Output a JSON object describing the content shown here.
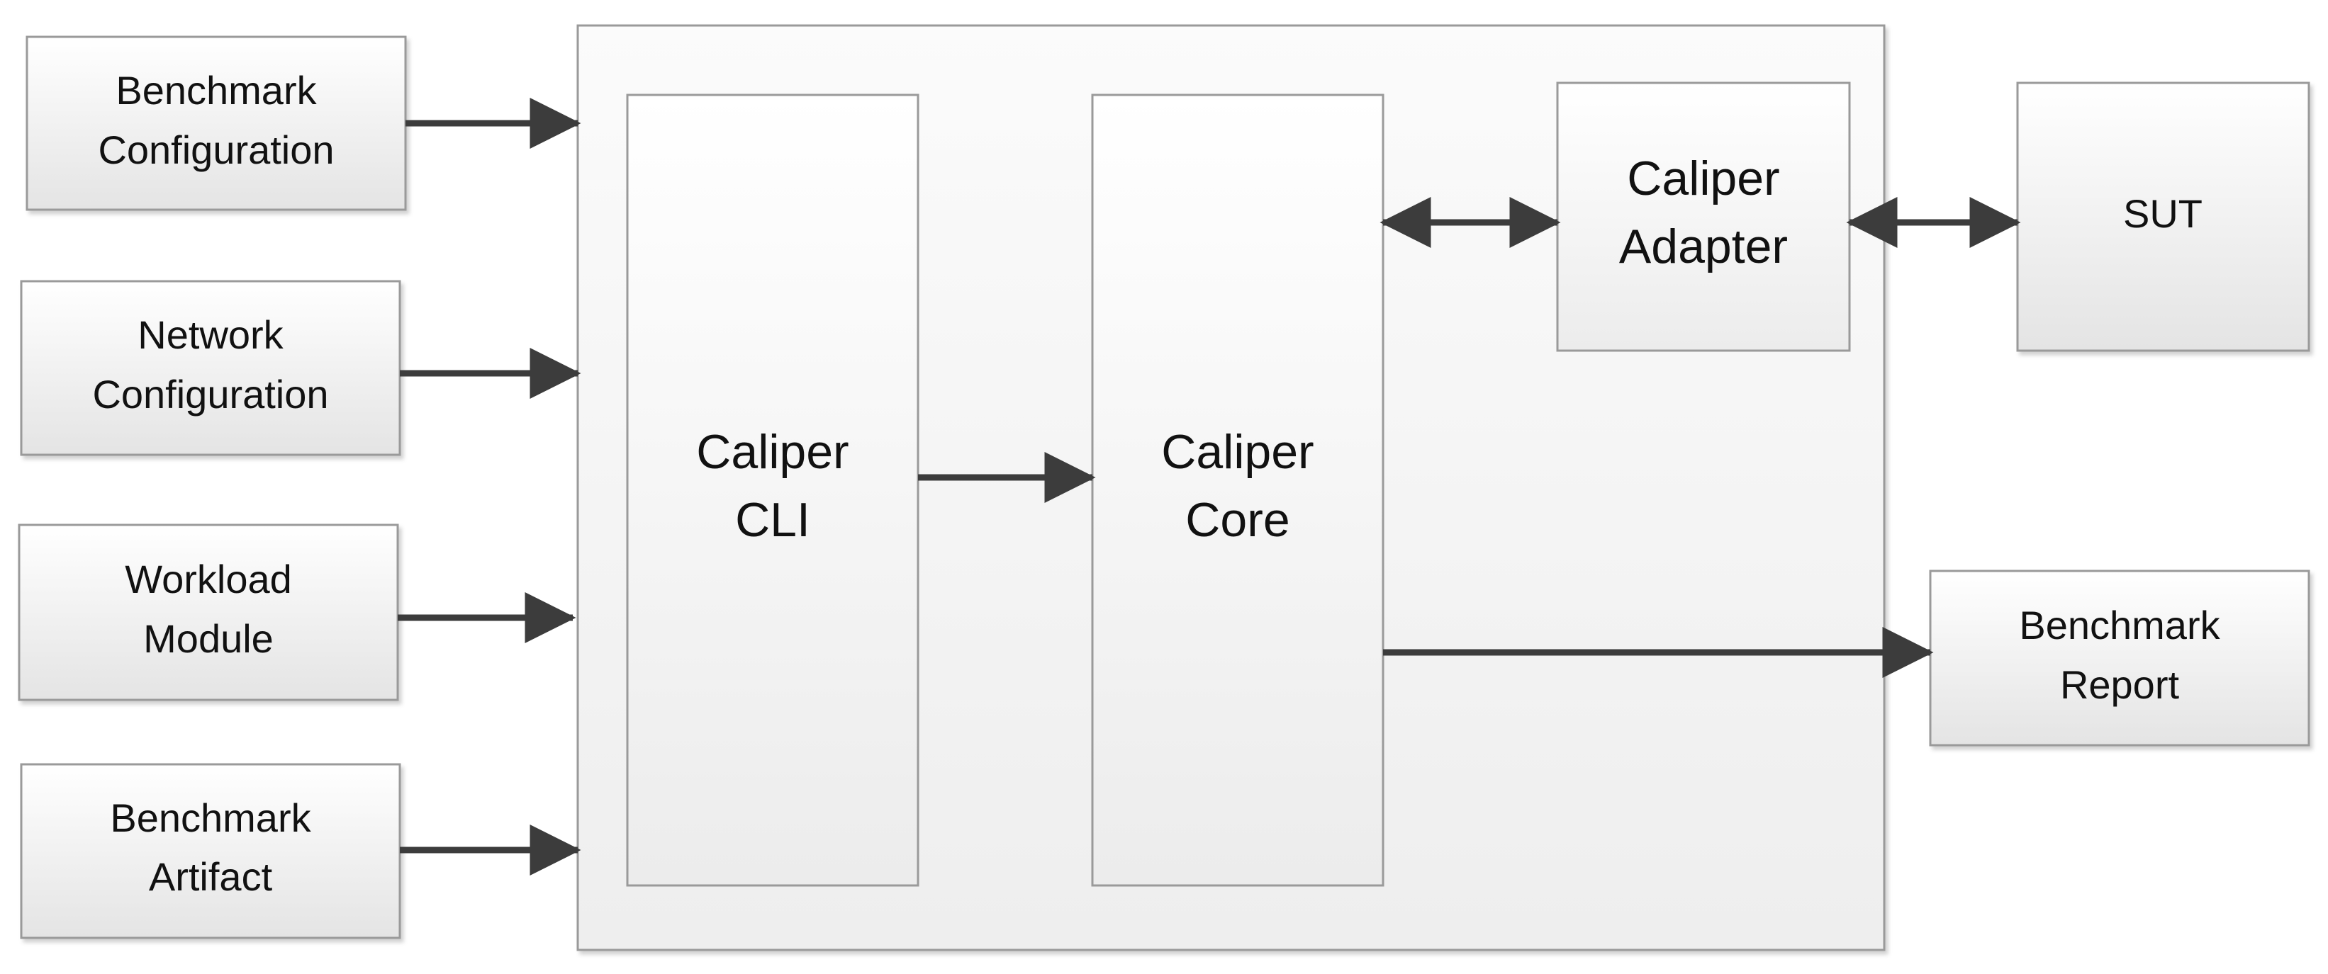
{
  "nodes": {
    "benchmark_configuration": {
      "lines": [
        "Benchmark",
        "Configuration"
      ]
    },
    "network_configuration": {
      "lines": [
        "Network",
        "Configuration"
      ]
    },
    "workload_module": {
      "lines": [
        "Workload",
        "Module"
      ]
    },
    "benchmark_artifact": {
      "lines": [
        "Benchmark",
        "Artifact"
      ]
    },
    "caliper_cli": {
      "lines": [
        "Caliper",
        "CLI"
      ]
    },
    "caliper_core": {
      "lines": [
        "Caliper",
        "Core"
      ]
    },
    "caliper_adapter": {
      "lines": [
        "Caliper",
        "Adapter"
      ]
    },
    "sut": {
      "lines": [
        "SUT"
      ]
    },
    "benchmark_report": {
      "lines": [
        "Benchmark",
        "Report"
      ]
    }
  },
  "colors": {
    "box_top": "#ffffff",
    "box_bottom": "#e6e6e6",
    "border": "#9a9a9a",
    "arrow": "#3c3c3c",
    "text": "#111111"
  }
}
